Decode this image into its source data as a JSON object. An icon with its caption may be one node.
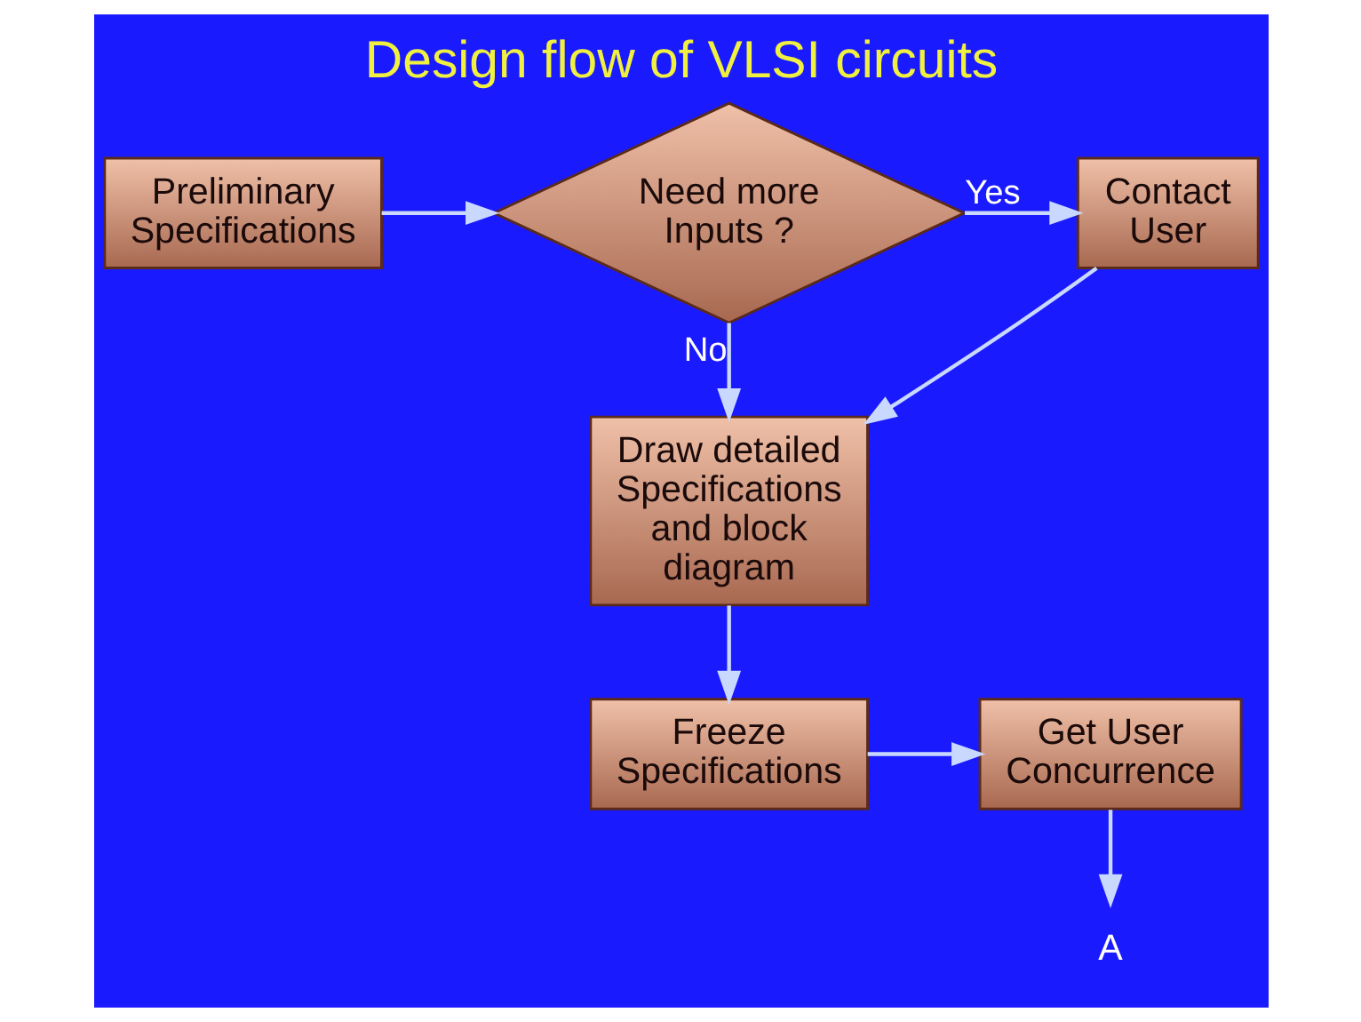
{
  "diagram": {
    "title": "Design flow of VLSI circuits",
    "nodes": [
      {
        "text": [
          "Preliminary Specifications"
        ]
      },
      {
        "text": [
          "Need more Inputs ?"
        ]
      },
      {
        "text": [
          "Contact User"
        ]
      },
      {
        "text": [
          "Draw detailed Specifications and block diagram"
        ]
      },
      {
        "text": [
          "Freeze Specifications"
        ]
      },
      {
        "text": [
          "Get User Concurrence"
        ]
      },
      {
        "text": [
          "A"
        ]
      }
    ],
    "edges": [
      {
        "from": 0,
        "to": 1,
        "arrow": "to"
      },
      {
        "from": 1,
        "to": 2,
        "arrow": "to",
        "label": "Yes"
      },
      {
        "from": 1,
        "to": 3,
        "arrow": "to",
        "label": "No"
      },
      {
        "from": 2,
        "to": 3,
        "arrow": "to"
      },
      {
        "from": 3,
        "to": 4,
        "arrow": "to"
      },
      {
        "from": 4,
        "to": 5,
        "arrow": "to"
      },
      {
        "from": 5,
        "to": 6,
        "arrow": "to"
      }
    ]
  }
}
